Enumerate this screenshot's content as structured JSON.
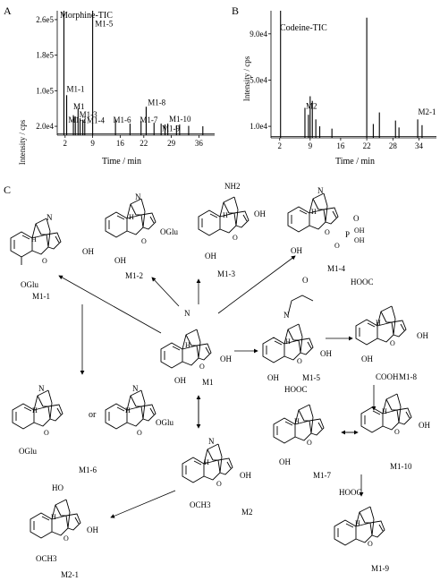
{
  "panels": {
    "a": "A",
    "b": "B",
    "c": "C"
  },
  "chart_data": [
    {
      "type": "line",
      "title": "Morphine-TIC",
      "xlabel": "Time / min",
      "ylabel": "Intensity / cps",
      "xticks": [
        "2",
        "9",
        "16",
        "22",
        "29",
        "36"
      ],
      "xtick_values": [
        2,
        9,
        16,
        22,
        29,
        36
      ],
      "yticks": [
        "2.0e4",
        "1.0e5",
        "1.8e5",
        "2.6e5"
      ],
      "ytick_values": [
        20000,
        100000,
        180000,
        260000
      ],
      "xlim": [
        0,
        40
      ],
      "ylim": [
        0,
        280000
      ],
      "peaks": [
        {
          "x": 1.7,
          "y": 285000
        },
        {
          "x": 2.4,
          "y": 90000
        },
        {
          "x": 4.1,
          "y": 45000
        },
        {
          "x": 4.6,
          "y": 42000
        },
        {
          "x": 5.3,
          "y": 60000
        },
        {
          "x": 5.8,
          "y": 38000
        },
        {
          "x": 6.5,
          "y": 35000
        },
        {
          "x": 7.0,
          "y": 36000
        },
        {
          "x": 9.0,
          "y": 290000
        },
        {
          "x": 14.8,
          "y": 36000
        },
        {
          "x": 18.5,
          "y": 26000
        },
        {
          "x": 21.3,
          "y": 32000
        },
        {
          "x": 22.6,
          "y": 64000
        },
        {
          "x": 24.6,
          "y": 28000
        },
        {
          "x": 26.4,
          "y": 26000
        },
        {
          "x": 27.4,
          "y": 24000
        },
        {
          "x": 28.1,
          "y": 26000
        },
        {
          "x": 30.3,
          "y": 22000
        },
        {
          "x": 31.1,
          "y": 24000
        },
        {
          "x": 33.4,
          "y": 21000
        },
        {
          "x": 37.0,
          "y": 20000
        }
      ],
      "annotations": [
        {
          "text": "M1-1",
          "x": 2.4,
          "y": 98000
        },
        {
          "text": "M1-2",
          "x": 2.8,
          "y": 28000
        },
        {
          "text": "M1",
          "x": 4.1,
          "y": 58000
        },
        {
          "text": "M1-3",
          "x": 5.6,
          "y": 40000
        },
        {
          "text": "M1-4",
          "x": 7.5,
          "y": 27000
        },
        {
          "text": "M1-5",
          "x": 9.6,
          "y": 245000
        },
        {
          "text": "M1-6",
          "x": 14.2,
          "y": 28000
        },
        {
          "text": "M1-7",
          "x": 21.0,
          "y": 28000
        },
        {
          "text": "M1-8",
          "x": 23.0,
          "y": 67000
        },
        {
          "text": "M1-9",
          "x": 26.6,
          "y": 9000
        },
        {
          "text": "M1-10",
          "x": 28.4,
          "y": 30000
        }
      ]
    },
    {
      "type": "line",
      "title": "Codeine-TIC",
      "xlabel": "Time / min",
      "ylabel": "Intensity / cps",
      "xticks": [
        "2",
        "9",
        "16",
        "22",
        "28",
        "34"
      ],
      "xtick_values": [
        2,
        9,
        16,
        22,
        28,
        34
      ],
      "yticks": [
        "1.0e4",
        "5.0e4",
        "9.0e4"
      ],
      "ytick_values": [
        10000,
        50000,
        90000
      ],
      "xlim": [
        0,
        38
      ],
      "ylim": [
        0,
        110000
      ],
      "peaks": [
        {
          "x": 2.2,
          "y": 118000
        },
        {
          "x": 7.8,
          "y": 26000
        },
        {
          "x": 8.6,
          "y": 20000
        },
        {
          "x": 9.0,
          "y": 36000
        },
        {
          "x": 9.5,
          "y": 32000
        },
        {
          "x": 10.3,
          "y": 16000
        },
        {
          "x": 11.2,
          "y": 10000
        },
        {
          "x": 14.0,
          "y": 8000
        },
        {
          "x": 22.0,
          "y": 104000
        },
        {
          "x": 23.5,
          "y": 12000
        },
        {
          "x": 24.9,
          "y": 22000
        },
        {
          "x": 28.6,
          "y": 15000
        },
        {
          "x": 29.4,
          "y": 9000
        },
        {
          "x": 33.7,
          "y": 16000
        },
        {
          "x": 34.7,
          "y": 11000
        }
      ],
      "annotations": [
        {
          "text": "M2",
          "x": 8.0,
          "y": 25000
        },
        {
          "text": "M2-1",
          "x": 33.8,
          "y": 20000
        }
      ]
    }
  ],
  "scheme": {
    "labels": {
      "m1": "M1",
      "m1_1": "M1-1",
      "m1_2": "M1-2",
      "m1_3": "M1-3",
      "m1_4": "M1-4",
      "m1_5": "M1-5",
      "m1_6": "M1-6",
      "m1_7": "M1-7",
      "m1_8": "M1-8",
      "m1_9": "M1-9",
      "m1_10": "M1-10",
      "m2": "M2",
      "m2_1": "M2-1",
      "or": "or"
    },
    "groups": {
      "OH": "OH",
      "OGlu": "OGlu",
      "NH2": "NH2",
      "COOH": "COOH",
      "HOOC": "HOOC",
      "HO": "HO",
      "OCH3": "OCH3",
      "N": "N",
      "O": "O",
      "H": "H",
      "P": "P",
      "OH_P": "OH"
    }
  }
}
